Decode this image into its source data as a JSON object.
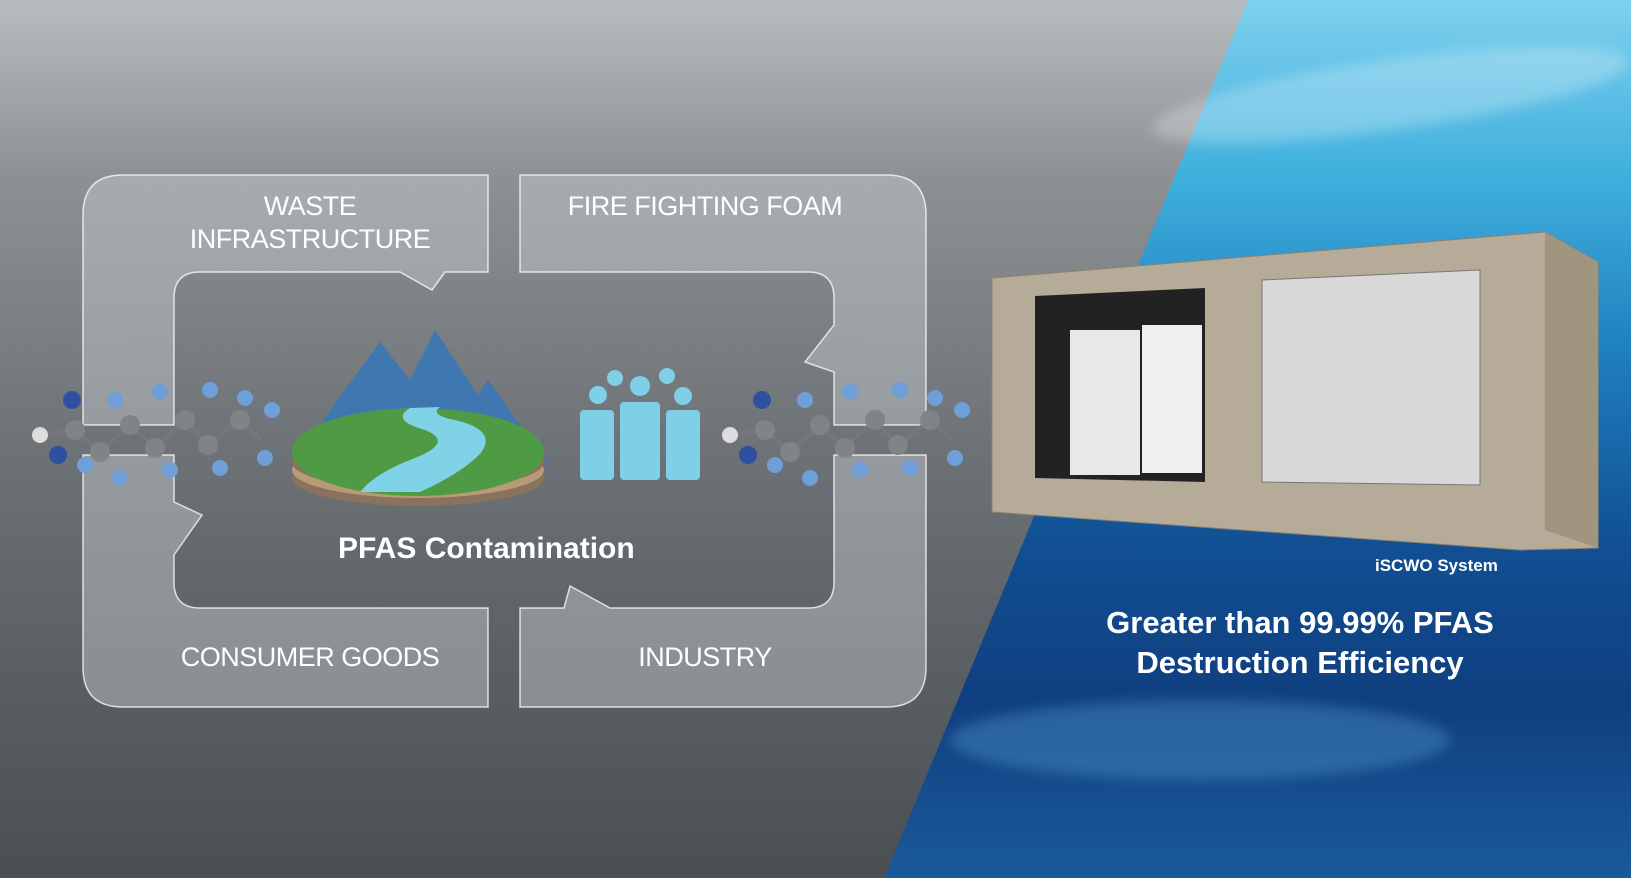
{
  "diagram": {
    "quadrants": {
      "top_left": "WASTE INFRASTRUCTURE",
      "top_right": "FIRE FIGHTING FOAM",
      "bottom_left": "CONSUMER GOODS",
      "bottom_right": "INDUSTRY"
    },
    "center_title": "PFAS Contamination",
    "icons": [
      "molecule-icon",
      "mountain-river-icon",
      "people-icon",
      "molecule-icon"
    ]
  },
  "product": {
    "caption": "iSCWO System",
    "headline_line1": "Greater than 99.99% PFAS",
    "headline_line2": "Destruction Efficiency"
  },
  "colors": {
    "blue_bg": "#114f93",
    "grey_bg": "#6e7377",
    "mountain": "#3f78b0",
    "grass": "#4f9a45",
    "river": "#80d2e6",
    "people": "#7fcfe6"
  }
}
